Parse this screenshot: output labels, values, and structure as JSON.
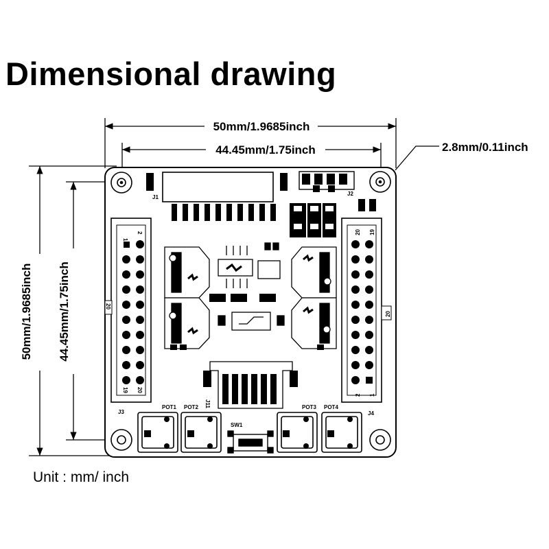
{
  "header": {
    "title": "Dimensional drawing"
  },
  "dimensions": {
    "outer_width": "50mm/1.9685inch",
    "inner_width": "44.45mm/1.75inch",
    "hole_diameter": "2.8mm/0.11inch",
    "outer_height": "50mm/1.9685inch",
    "inner_height": "44.45mm/1.75inch"
  },
  "board": {
    "labels": {
      "j1": "J1",
      "j2": "J2",
      "j3": "J3",
      "j4": "J4",
      "j11": "J11",
      "pot1": "POT1",
      "pot2": "POT2",
      "pot3": "POT3",
      "pot4": "POT4",
      "sw1": "SW1",
      "j3_pin1": "1",
      "j3_pin2": "2",
      "j3_pin19": "19",
      "j3_pin20": "20",
      "j3_side": "20",
      "j4_pin1": "1",
      "j4_pin2": "2",
      "j4_pin19": "19",
      "j4_pin20": "20",
      "j4_side": "20"
    }
  },
  "footer": {
    "unit": "Unit : mm/ inch"
  }
}
